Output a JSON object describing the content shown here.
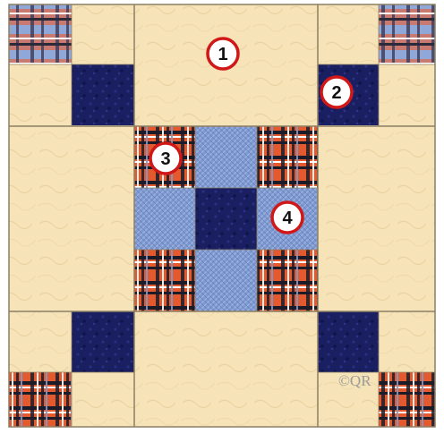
{
  "quilt_block": {
    "markers": [
      {
        "id": "marker-1",
        "label": "1"
      },
      {
        "id": "marker-2",
        "label": "2"
      },
      {
        "id": "marker-3",
        "label": "3"
      },
      {
        "id": "marker-4",
        "label": "4"
      }
    ],
    "watermark": "©QR",
    "colors": {
      "cream": "#F6E3B8",
      "navy": "#1A1F62",
      "periwinkle": "#7E98D0",
      "plaid_red": "#E25A2E",
      "grid_line": "#8C7F63",
      "marker_red": "#D01818"
    }
  }
}
